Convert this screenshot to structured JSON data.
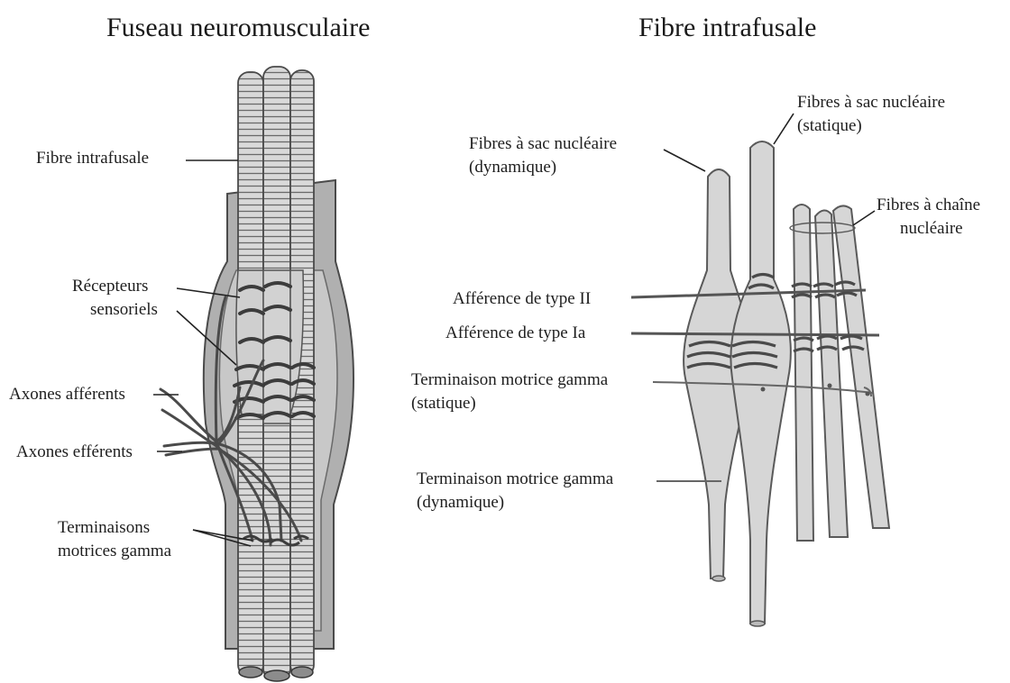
{
  "left": {
    "title": "Fuseau neuromusculaire",
    "labels": {
      "intrafusal": "Fibre intrafusale",
      "receptors_1": "Récepteurs",
      "receptors_2": "sensoriels",
      "afferent": "Axones afférents",
      "efferent": "Axones efférents",
      "gamma_1": "Terminaisons",
      "gamma_2": "motrices gamma"
    }
  },
  "right": {
    "title": "Fibre intrafusale",
    "labels": {
      "bag_dyn_1": "Fibres à sac nucléaire",
      "bag_dyn_2": "(dynamique)",
      "bag_stat_1": "Fibres à sac nucléaire",
      "bag_stat_2": "(statique)",
      "chain_1": "Fibres à chaîne",
      "chain_2": "nucléaire",
      "aff_II": "Afférence de type II",
      "aff_Ia": "Afférence de type Ia",
      "gamma_stat_1": "Terminaison motrice gamma",
      "gamma_stat_2": "(statique)",
      "gamma_dyn_1": "Terminaison motrice gamma",
      "gamma_dyn_2": "(dynamique)"
    }
  },
  "colors": {
    "fiber_fill": "#d6d6d6",
    "fiber_stroke": "#5a5a5a",
    "capsule_fill": "#a9a9a9",
    "nerve": "#4a4a4a"
  }
}
